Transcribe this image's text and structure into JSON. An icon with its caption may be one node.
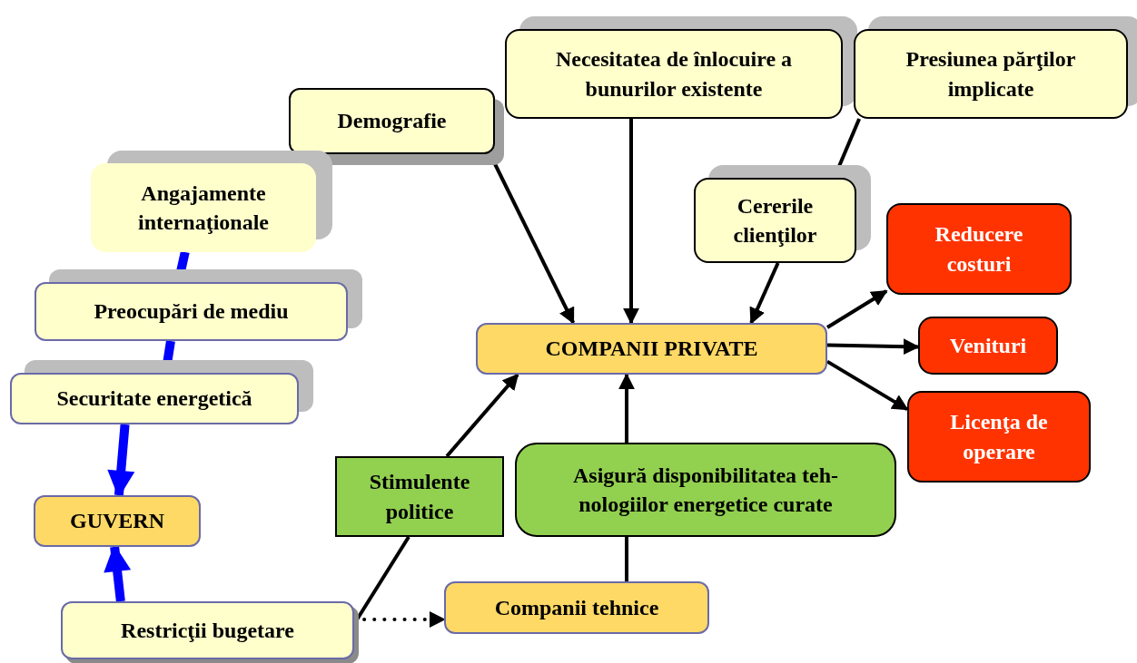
{
  "diagram": {
    "nodes": [
      {
        "text": [
          "Demografie"
        ]
      },
      {
        "text": [
          "Necesitatea de înlocuire a bunurilor existente"
        ]
      },
      {
        "text": [
          "Presiunea părţilor implicate"
        ]
      },
      {
        "text": [
          "Angajamente internaţionale"
        ]
      },
      {
        "text": [
          "Cererile clienţilor"
        ]
      },
      {
        "text": [
          "Reducere costuri"
        ]
      },
      {
        "text": [
          "Preocupări de mediu"
        ]
      },
      {
        "text": [
          "COMPANII PRIVATE"
        ]
      },
      {
        "text": [
          "Venituri"
        ]
      },
      {
        "text": [
          "Securitate energetică"
        ]
      },
      {
        "text": [
          "Licenţa de operare"
        ]
      },
      {
        "text": [
          "Stimulente politice"
        ]
      },
      {
        "text": [
          "Asigură disponibilitatea teh- nologiilor energetice curate"
        ]
      },
      {
        "text": [
          "GUVERN"
        ]
      },
      {
        "text": [
          "Companii tehnice"
        ]
      },
      {
        "text": [
          "Restricţii bugetare"
        ]
      }
    ],
    "edges": [
      {
        "from": 0,
        "to": 7,
        "arrow": "to"
      },
      {
        "from": 1,
        "to": 7,
        "arrow": "to"
      },
      {
        "from": 2,
        "to": 4,
        "arrow": "none"
      },
      {
        "from": 4,
        "to": 7,
        "arrow": "to"
      },
      {
        "from": 3,
        "to": 6,
        "arrow": "none",
        "style": "thick",
        "color": "#0000ff"
      },
      {
        "from": 6,
        "to": 9,
        "arrow": "none",
        "style": "thick",
        "color": "#0000ff"
      },
      {
        "from": 9,
        "to": 13,
        "arrow": "to",
        "style": "thick",
        "color": "#0000ff"
      },
      {
        "from": 15,
        "to": 13,
        "arrow": "to",
        "style": "thick",
        "color": "#0000ff"
      },
      {
        "from": 15,
        "to": 11,
        "arrow": "none"
      },
      {
        "from": 11,
        "to": 7,
        "arrow": "to"
      },
      {
        "from": 15,
        "to": 14,
        "arrow": "to",
        "style": "dashed"
      },
      {
        "from": 14,
        "to": 12,
        "arrow": "none"
      },
      {
        "from": 12,
        "to": 7,
        "arrow": "to"
      },
      {
        "from": 7,
        "to": 5,
        "arrow": "to"
      },
      {
        "from": 7,
        "to": 8,
        "arrow": "to"
      },
      {
        "from": 7,
        "to": 10,
        "arrow": "to"
      }
    ]
  }
}
